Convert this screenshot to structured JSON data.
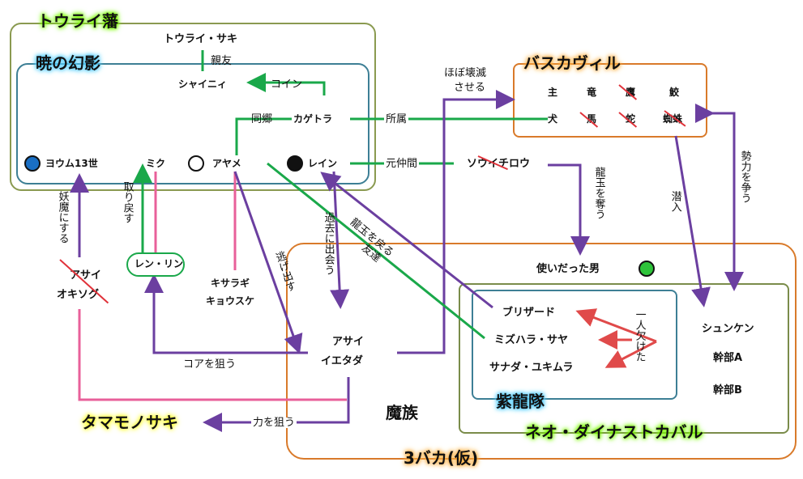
{
  "groups": {
    "tourai": "トウライ藩",
    "akatsuki": "暁の幻影",
    "baskerville": "バスカヴィル",
    "shiryuutai": "紫龍隊",
    "neo": "ネオ・ダイナストカバル",
    "sanbaka": "3バカ(仮)",
    "mazoku": "魔族",
    "tamamo": "タマモノサキ"
  },
  "people": {
    "tourai_saki": "トウライ・サキ",
    "shainy": "シャイニィ",
    "kagetora": "カゲトラ",
    "youmu": "ヨウム13世",
    "miku": "ミク",
    "ayame": "アヤメ",
    "rein": "レイン",
    "sowichirou": "ソウイチロウ",
    "rein_rin": "レン・リン",
    "asai_okisog_1": "アサイ",
    "asai_okisog_2": "オキソグ",
    "kisaragi_1": "キサラギ",
    "kisaragi_2": "キョウスケ",
    "asai_ietada_1": "アサイ",
    "asai_ietada_2": "イエタダ",
    "tsukai_otoko": "使いだった男",
    "bristard": "ブリザード",
    "mizuhara": "ミズハラ・サヤ",
    "sanada": "サナダ・ユキムラ",
    "shunken": "シュンケン",
    "kanbu_a": "幹部A",
    "kanbu_b": "幹部B"
  },
  "bask_members": {
    "row1": [
      "主",
      "竜",
      "鷹",
      "鮫"
    ],
    "row2": [
      "犬",
      "馬",
      "蛇",
      "蜘蛛"
    ]
  },
  "relations": {
    "shinyuu": "親友",
    "coin": "コイン",
    "doukyou": "同郷",
    "shozoku": "所属",
    "motonakama": "元仲間",
    "hobo_1": "ほぼ壊滅",
    "hobo_2": "させる",
    "ryuugyoku": "龍玉を奪う",
    "sennyuu": "潜入",
    "seiryoku": "勢力を争う",
    "youma": "妖魔にする",
    "torimodosu": "取り戻す",
    "nigedasu": "逃げ出す",
    "kako": "過去に出会う",
    "ryuugyoku_modosu": "龍玉を戻る",
    "tomodachi": "友達",
    "core": "コアを狙う",
    "chikara": "力を狙う",
    "hitori": "一人欠けた"
  },
  "colors": {
    "green_line": "#1aa84a",
    "purple_line": "#6b3fa0",
    "pink_line": "#e8609a",
    "red_arrow": "#e04a4a",
    "tourai_border": "#8a9a50",
    "akatsuki_border": "#3d7f95",
    "bask_border": "#d97a2a",
    "neo_border": "#7a8c4a",
    "shiryuu_border": "#3d7f95",
    "sanbaka_border": "#d97a2a"
  }
}
